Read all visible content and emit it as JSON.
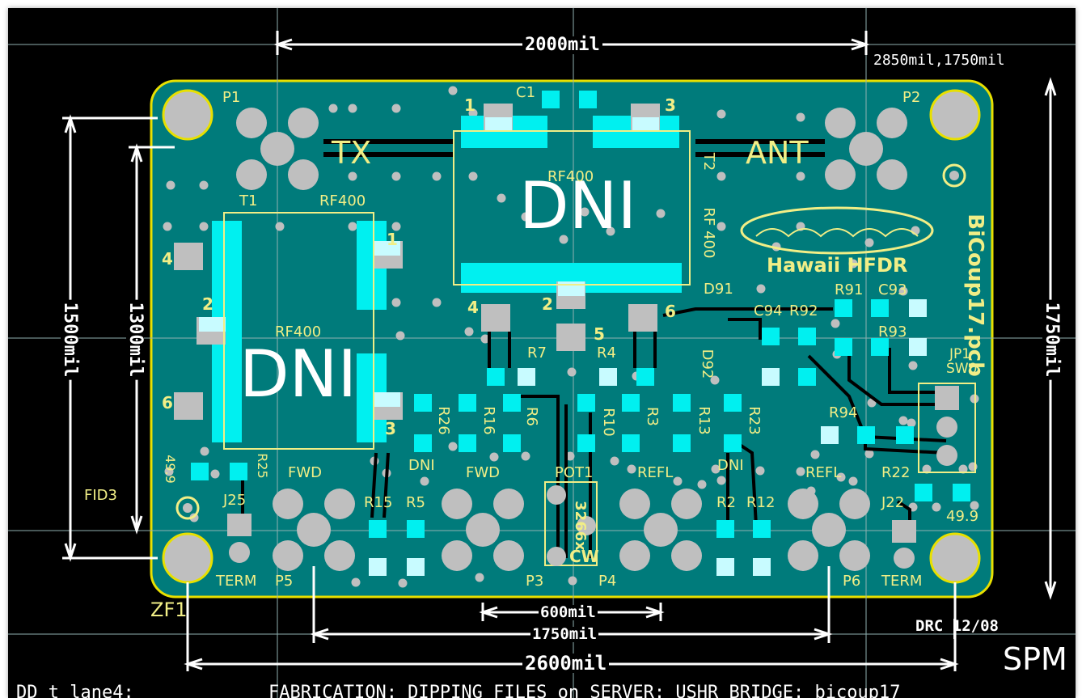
{
  "app": {
    "view": "PCB layout editor",
    "file_name": "BiCoup17.pcb"
  },
  "colors": {
    "background": "#000000",
    "board_fill": "#007b7b",
    "board_outline": "#e8e000",
    "silkscreen": "#f1ee86",
    "smd_pad": "#00f0f0",
    "through_hole_pad": "#bfbfbf",
    "dimension": "#ffffff",
    "grid_line": "#8fb0b0",
    "trace": "#000000"
  },
  "cursor_readout": "2850mil,1750mil",
  "dimensions": {
    "top_width": "2000mil",
    "left_outer_height": "1500mil",
    "left_inner_height": "1300mil",
    "right_height": "1750mil",
    "bottom_600": "600mil",
    "bottom_1750": "1750mil",
    "bottom_2600": "2600mil"
  },
  "board": {
    "title_vertical": "BiCoup17.pcb",
    "logo_text": "Hawaii HFDR",
    "markings": {
      "tx": "TX",
      "ant": "ANT",
      "dni_large_1": "DNI",
      "dni_large_2": "DNI"
    }
  },
  "components": {
    "P1": "P1",
    "P2": "P2",
    "P3": "P3",
    "P4": "P4",
    "P5": "P5",
    "P6": "P6",
    "T1": "T1",
    "T2": "T2",
    "C1": "C1",
    "RF400_a": "RF400",
    "RF400_b": "RF400",
    "RF400_c": "RF400",
    "RF400_d": "RF 400",
    "D91": "D91",
    "D92": "D92",
    "C93": "C93",
    "C94": "C94",
    "R91": "R91",
    "R92": "R92",
    "R93": "R93",
    "R94": "R94",
    "R7": "R7",
    "R4": "R4",
    "R26": "R26",
    "R16": "R16",
    "R6": "R6",
    "R10": "R10",
    "R3": "R3",
    "R13": "R13",
    "R23": "R23",
    "R15": "R15",
    "R5": "R5",
    "R2": "R2",
    "R12": "R12",
    "R25": "R25",
    "R22": "R22",
    "J25": "J25",
    "J22": "J22",
    "JP1": "JP1",
    "SW": "SW0",
    "POT1": "POT1",
    "pot_part": "3266x",
    "pot_cw": "CW",
    "FID3": "FID3",
    "ZF1": "ZF1",
    "fwd_1": "FWD",
    "fwd_2": "FWD",
    "refl_1": "REFL",
    "refl_2": "REFL",
    "term_1": "TERM",
    "term_2": "TERM",
    "dni_1": "DNI",
    "dni_2": "DNI",
    "val_499_left": "49.9",
    "val_499_right": "49.9",
    "pin_labels": [
      "1",
      "2",
      "3",
      "4",
      "5",
      "6"
    ]
  },
  "annotations": {
    "drc": "DRC 12/08",
    "initials": "SPM",
    "footer_left": "DD  t  lane4:",
    "footer_main": "FABRICATION: DIPPING FILES on SERVER: USHR BRIDGE: bicoup17"
  }
}
